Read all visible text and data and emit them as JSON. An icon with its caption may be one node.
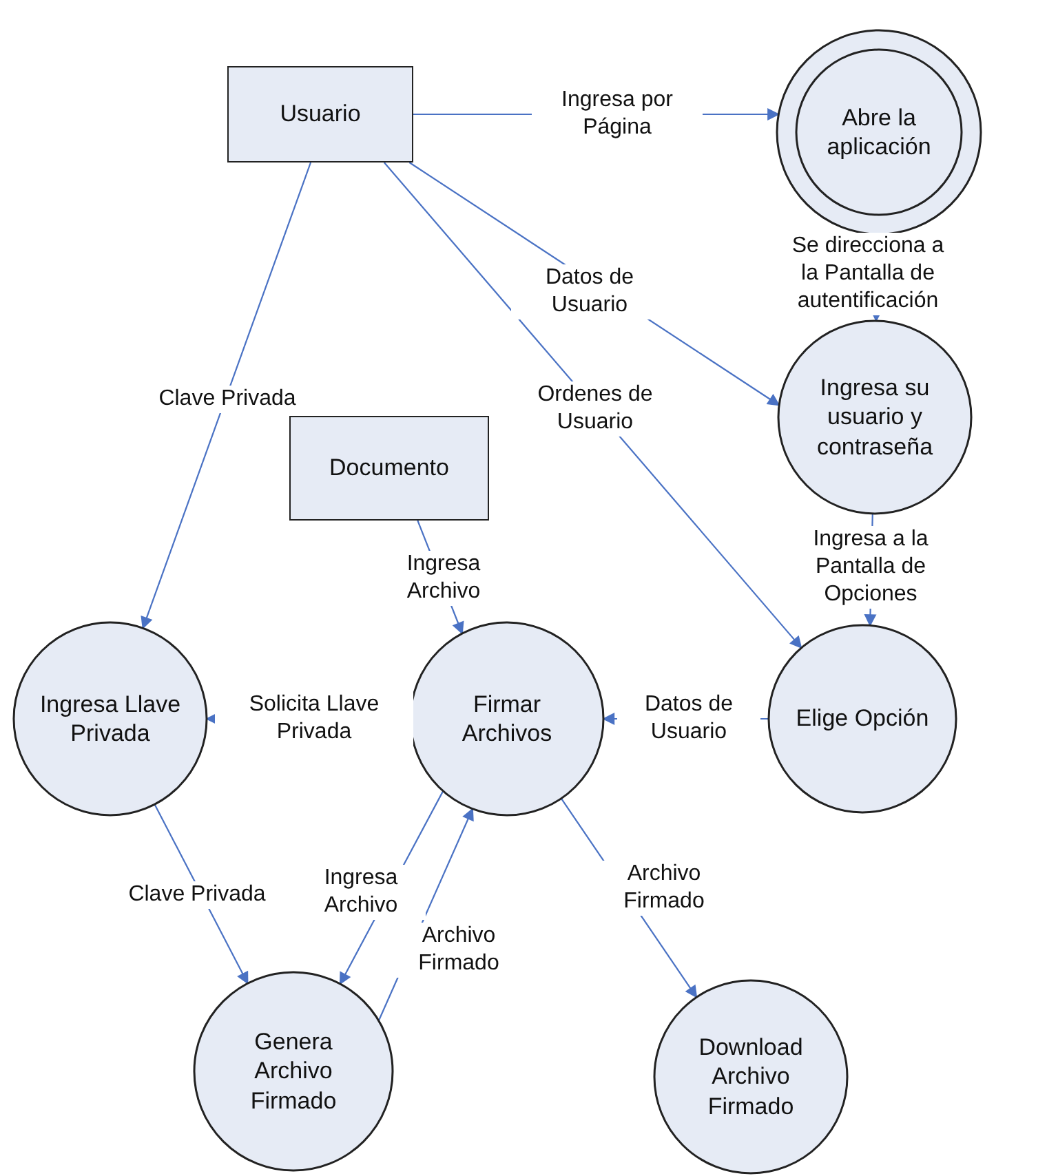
{
  "diagram": {
    "nodes": [
      {
        "text": [
          "Usuario"
        ]
      },
      {
        "text": [
          "Abre la aplicación"
        ]
      },
      {
        "text": [
          "Ingresa su usuario y contraseña"
        ]
      },
      {
        "text": [
          "Documento"
        ]
      },
      {
        "text": [
          "Ingresa Llave Privada"
        ]
      },
      {
        "text": [
          "Firmar Archivos"
        ]
      },
      {
        "text": [
          "Elige Opción"
        ]
      },
      {
        "text": [
          "Genera Archivo Firmado"
        ]
      },
      {
        "text": [
          "Download Archivo Firmado"
        ]
      }
    ],
    "edges": [
      {
        "from": 0,
        "to": 1,
        "arrow": "to",
        "label": "Ingresa por Página"
      },
      {
        "from": 1,
        "to": 2,
        "arrow": "to",
        "label": "Se direcciona a la Pantalla de autentificación"
      },
      {
        "from": 0,
        "to": 2,
        "arrow": "to",
        "label": "Datos de Usuario"
      },
      {
        "from": 2,
        "to": 6,
        "arrow": "to",
        "label": "Ingresa a la Pantalla de Opciones"
      },
      {
        "from": 0,
        "to": 6,
        "arrow": "to",
        "label": "Ordenes de Usuario"
      },
      {
        "from": 0,
        "to": 4,
        "arrow": "to",
        "label": "Clave Privada"
      },
      {
        "from": 3,
        "to": 5,
        "arrow": "to",
        "label": "Ingresa Archivo"
      },
      {
        "from": 6,
        "to": 5,
        "arrow": "to",
        "label": "Datos de Usuario"
      },
      {
        "from": 5,
        "to": 4,
        "arrow": "to",
        "label": "Solicita Llave Privada"
      },
      {
        "from": 4,
        "to": 7,
        "arrow": "to",
        "label": "Clave Privada"
      },
      {
        "from": 5,
        "to": 7,
        "arrow": "to",
        "label": "Ingresa Archivo"
      },
      {
        "from": 7,
        "to": 5,
        "arrow": "to",
        "label": "Archivo Firmado"
      },
      {
        "from": 5,
        "to": 8,
        "arrow": "to",
        "label": "Archivo Firmado"
      }
    ]
  }
}
